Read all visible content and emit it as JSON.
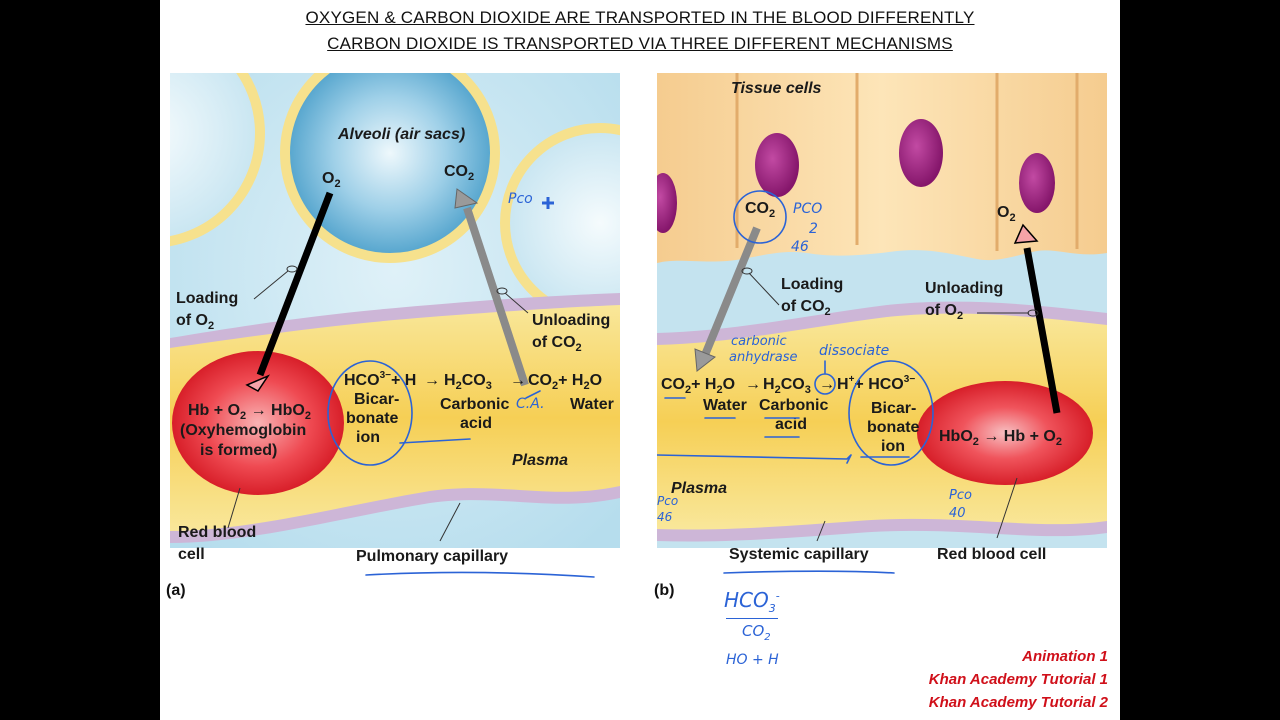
{
  "heading": {
    "line1": "OXYGEN & CARBON DIOXIDE ARE TRANSPORTED IN THE BLOOD DIFFERENTLY",
    "line2": "CARBON DIOXIDE IS TRANSPORTED VIA THREE DIFFERENT MECHANISMS"
  },
  "panel_a": {
    "letter": "(a)",
    "alveoli": "Alveoli (air sacs)",
    "o2": "O",
    "co2": "CO",
    "sub2": "2",
    "loading": "Loading",
    "of_o2": "of O",
    "unloading": "Unloading",
    "of_co2": "of CO",
    "reaction_hco3": "HCO",
    "reaction_h": "+ H",
    "reaction_h2co3": "H",
    "reaction_co3": "CO",
    "reaction_water": "+ H",
    "reaction_water_o": "O",
    "bicar": "Bicar-",
    "bonate": "bonate",
    "ion": "ion",
    "carbonic": "Carbonic",
    "acid": "acid",
    "water": "Water",
    "plasma": "Plasma",
    "rbc_eq_hb": "Hb + O",
    "rbc_eq_hbo": "HbO",
    "oxyhemo": "(Oxyhemoglobin",
    "formed": "is formed)",
    "red_blood": "Red blood",
    "cell": "cell",
    "capillary": "Pulmonary capillary"
  },
  "panel_b": {
    "letter": "(b)",
    "tissue": "Tissue cells",
    "co2": "CO",
    "o2": "O",
    "sub2": "2",
    "loading": "Loading",
    "of_co2": "of CO",
    "unloading": "Unloading",
    "of_o2": "of O",
    "reaction_co2": "CO",
    "reaction_h2o": "+ H",
    "reaction_o": "O",
    "reaction_h2": "H",
    "reaction_co3": "CO",
    "reaction_h": "H",
    "reaction_hco3": "+ HCO",
    "water": "Water",
    "carbonic": "Carbonic",
    "acid": "acid",
    "bicar": "Bicar-",
    "bonate": "bonate",
    "ion": "ion",
    "rbc_hbo": "HbO",
    "rbc_hb": "Hb + O",
    "plasma": "Plasma",
    "capillary": "Systemic capillary",
    "rbc_label": "Red blood cell"
  },
  "annotations": {
    "pco_a": "Pco",
    "pco_b": "PCO",
    "num_46": "46",
    "num_2": "2",
    "carbonic_anhydrase_1": "carbonic",
    "carbonic_anhydrase_2": "anhydrase",
    "dissociate": "dissociate",
    "ca": "C.A.",
    "pco_plasma": "Pco",
    "n46": "46",
    "pco_rbc": "Pco",
    "n40": "40",
    "note_hco3": "HCO",
    "note_3": "3",
    "note_minus": "-",
    "note_co2": "CO",
    "note_2": "2",
    "note_ho": "HO + H"
  },
  "links": {
    "animation": "Animation 1",
    "khan1": "Khan Academy Tutorial 1",
    "khan2": "Khan Academy Tutorial 2"
  },
  "colors": {
    "link_red": "#d0101a",
    "ink_blue": "#2b63d6",
    "rbc_red": "#e0202a",
    "plasma_yellow": "#f7d97a",
    "alveolus_blue": "#4aa5cf",
    "cell_nucleus": "#9c1f7f"
  }
}
